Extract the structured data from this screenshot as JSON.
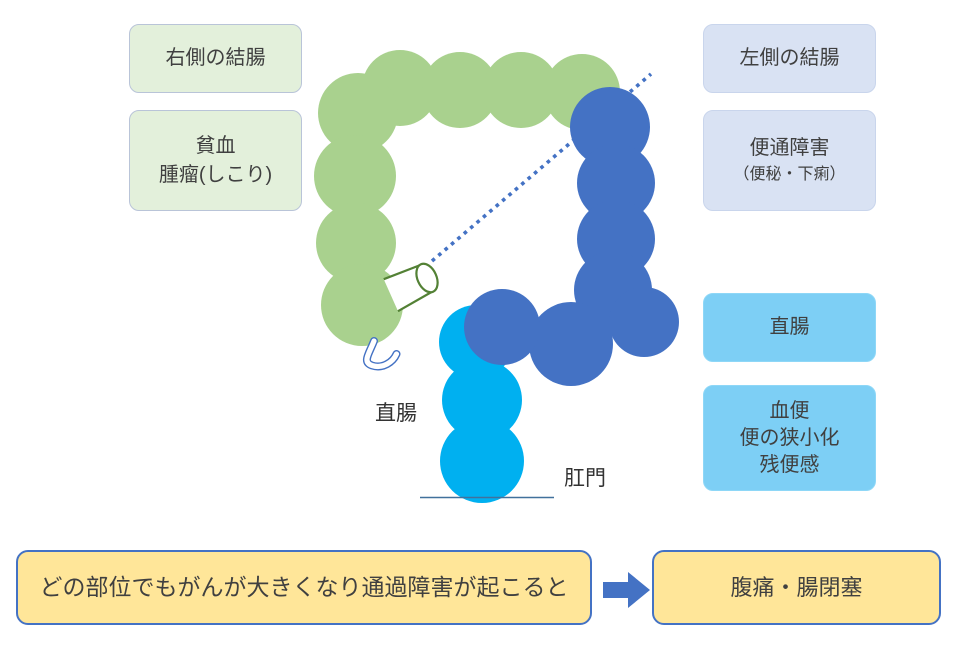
{
  "colors": {
    "right_colon_green": "#A9D18E",
    "left_colon_blue": "#4472C4",
    "rectum_cyan": "#00B0F0",
    "green_box_bg": "#E3F0DB",
    "green_box_border": "#B9C4D8",
    "periwinkle_box_bg": "#D9E2F3",
    "periwinkle_box_border": "#C9D5EC",
    "skyblue_box_bg": "#7DCFF5",
    "skyblue_box_border": "#8ED7F7",
    "yellow_box_bg": "#FFE699",
    "yellow_box_border": "#4472C4",
    "arrow_blue": "#4472C4",
    "dotted_line_blue": "#4472C4",
    "cross_section_outline_green": "#538135",
    "appendix_outline_blue": "#4472C4",
    "anus_line_blue": "#41719C",
    "text_color": "#404040"
  },
  "right_colon": {
    "title": "右側の結腸",
    "symptom_1": "貧血",
    "symptom_2": "腫瘤(しこり)"
  },
  "left_colon": {
    "title": "左側の結腸",
    "symptom_main": "便通障害",
    "symptom_sub": "（便秘・下痢）"
  },
  "rectum": {
    "title": "直腸",
    "symptom_1": "血便",
    "symptom_2": "便の狭小化",
    "symptom_3": "残便感"
  },
  "diagram_labels": {
    "rectum": "直腸",
    "anus": "肛門"
  },
  "flow": {
    "cause": "どの部位でもがんが大きくなり通過障害が起こると",
    "effect": "腹痛・腸閉塞"
  }
}
